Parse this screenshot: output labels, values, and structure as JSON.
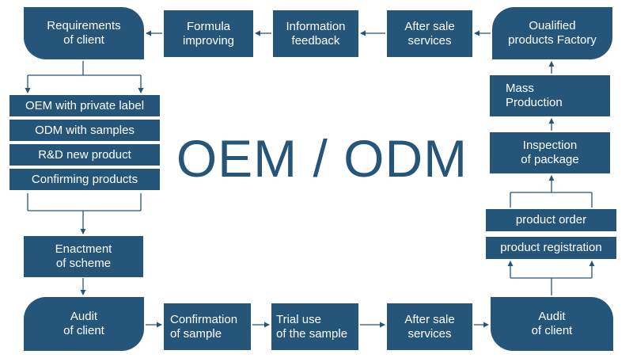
{
  "title": "OEM / ODM",
  "nodes": {
    "requirements": "Requirements\nof client",
    "formula": "Formula\nimproving",
    "info_feedback": "Information\nfeedback",
    "after_sale_top": "After sale\nservices",
    "qualified": "Oualified\nproducts Factory",
    "mass_production": "Mass\nProduction",
    "inspection": "Inspection\nof package",
    "product_order": "product order",
    "product_registration": "product registration",
    "enactment": "Enactment\nof scheme",
    "audit_left": "Audit\nof client",
    "confirmation": "Confirmation\nof sample",
    "trial": "Trial use\nof the sample",
    "after_sale_bottom": "After sale\nservices",
    "audit_right": "Audit\nof client"
  },
  "options": [
    "OEM with private label",
    "ODM  with samples",
    "R&D new product",
    "Confirming products"
  ],
  "colors": {
    "box": "#26557a",
    "text": "#ffffff",
    "arrow": "#26557a"
  }
}
